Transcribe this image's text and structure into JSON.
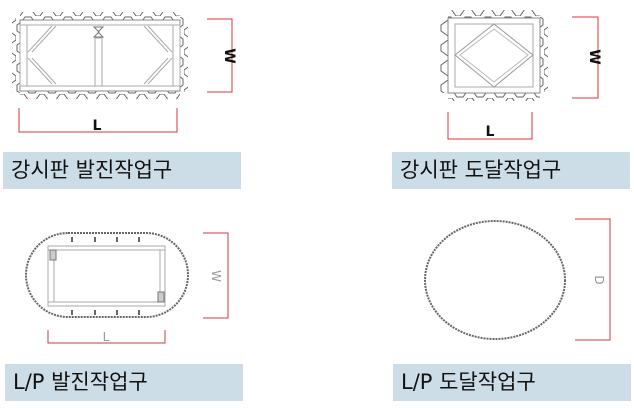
{
  "panels": [
    {
      "caption": "강시판 발진작업구",
      "dims": {
        "length": "L",
        "width": "W"
      }
    },
    {
      "caption": "강시판 도달작업구",
      "dims": {
        "length": "L",
        "width": "W"
      }
    },
    {
      "caption": "L/P 발진작업구",
      "dims": {
        "length": "L",
        "width": "W"
      }
    },
    {
      "caption": "L/P 도달작업구",
      "dims": {
        "diameter": "D"
      }
    }
  ],
  "colors": {
    "caption_bg": "#cddde7",
    "dimension_line": "#d9363e",
    "structure": "#777777"
  }
}
